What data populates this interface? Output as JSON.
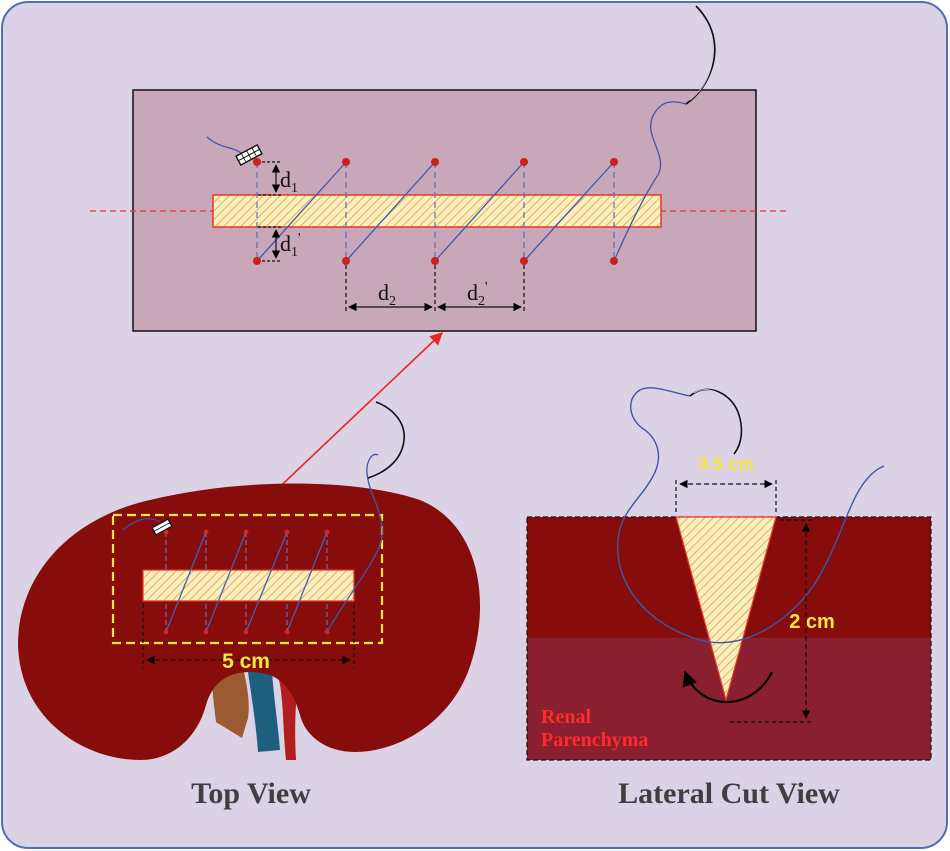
{
  "zoom_panel": {
    "d1": "d",
    "d1_sub": "1",
    "d1p": "d",
    "d1p_sub": "1",
    "d1p_prime": "'",
    "d2": "d",
    "d2_sub": "2",
    "d2p": "d",
    "d2p_sub": "2",
    "d2p_prime": "'"
  },
  "top_view": {
    "caption": "Top View",
    "length_label": "5 cm"
  },
  "lateral_view": {
    "caption": "Lateral Cut View",
    "width_label": "0.5 cm",
    "depth_label": "2 cm",
    "tissue_label_line1": "Renal",
    "tissue_label_line2": "Parenchyma"
  },
  "colors": {
    "background": "#dcd2e6",
    "panel_border": "#4f6fb5",
    "zoom_fill": "#c8a7b8",
    "kidney": "#870c0c",
    "parenchyma": "#8a1f30",
    "incision_fill": "#fbeec0",
    "incision_hatch": "#d9a43a",
    "incision_border": "#e8352a",
    "suture": "#3d57a8",
    "puncture": "#cc1f1f",
    "highlight_yellow": "#f4ea3d",
    "tissue_label": "#ff2a2a"
  }
}
